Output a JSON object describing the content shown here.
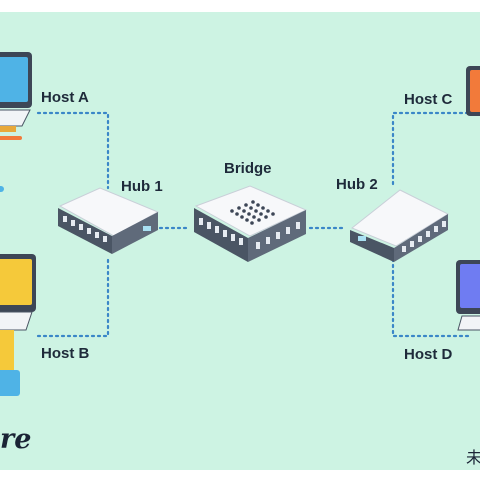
{
  "diagram": {
    "bridge_label": "Bridge",
    "hub1_label": "Hub 1",
    "hub2_label": "Hub 2",
    "host_a_label": "Host A",
    "host_b_label": "Host B",
    "host_c_label": "Host C",
    "host_d_label": "Host D",
    "brand_text": "re",
    "corner_glyph": "未"
  },
  "colors": {
    "background": "#cdf3e3",
    "link": "#3a86c8",
    "device_body": "#f2f4f7",
    "device_side": "#4a5564",
    "screen_a": "#4fb3e6",
    "screen_b": "#f5c93a",
    "screen_c": "#f27a3a",
    "screen_d": "#6f7cf2"
  }
}
